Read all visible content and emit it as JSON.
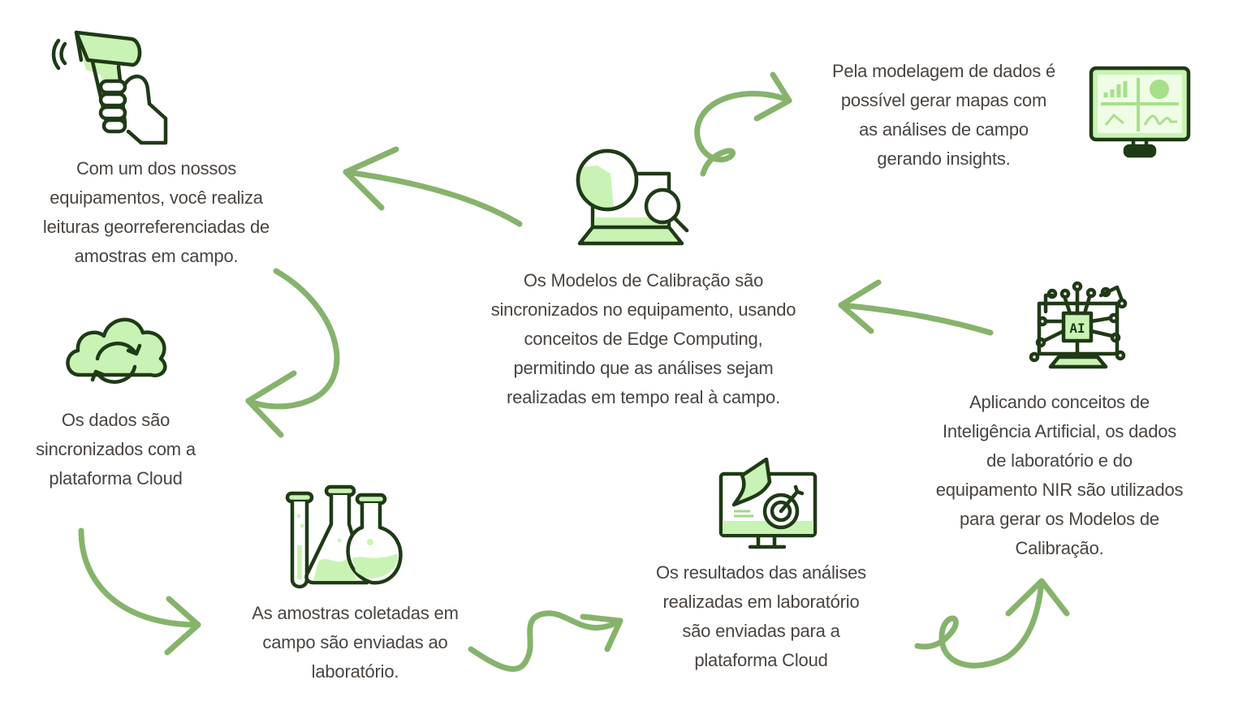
{
  "diagram": {
    "type": "process-cycle",
    "colors": {
      "arrow": "#86b36c",
      "icon_outline": "#1f3a16",
      "icon_fill": "#c9f3b4",
      "text": "#4a4440"
    },
    "steps": [
      {
        "id": "field-reading",
        "icon": "handheld-scanner-icon",
        "lines": [
          "Com um dos nossos",
          "equipamentos, você realiza",
          "leituras georreferenciadas de",
          "amostras em campo."
        ]
      },
      {
        "id": "cloud-sync",
        "icon": "cloud-sync-icon",
        "lines": [
          "Os dados são",
          "sincronizados com a",
          "plataforma Cloud"
        ]
      },
      {
        "id": "lab-samples",
        "icon": "lab-flasks-icon",
        "lines": [
          "As amostras coletadas em",
          "campo são enviadas ao",
          "laboratório."
        ]
      },
      {
        "id": "lab-results",
        "icon": "monitor-target-icon",
        "lines": [
          "Os resultados das análises",
          "realizadas em laboratório",
          "são enviadas para a",
          "plataforma Cloud"
        ]
      },
      {
        "id": "ai-models",
        "icon": "ai-circuit-monitor-icon",
        "lines": [
          "Aplicando conceitos de",
          "Inteligência Artificial, os dados",
          "de laboratório e  do",
          "equipamento NIR são utilizados",
          "para gerar os Modelos de",
          "Calibração."
        ]
      },
      {
        "id": "edge-computing",
        "icon": "laptop-analysis-icon",
        "lines": [
          "Os Modelos de Calibração são",
          "sincronizados no equipamento, usando",
          "conceitos de Edge Computing,",
          "permitindo que as análises sejam",
          "realizadas em tempo real à campo."
        ]
      },
      {
        "id": "insights",
        "icon": "dashboard-monitor-icon",
        "lines": [
          "Pela modelagem de dados é",
          "possível gerar mapas com",
          "as análises de campo",
          "gerando insights."
        ]
      }
    ],
    "connections": [
      {
        "from": "field-reading",
        "to": "cloud-sync"
      },
      {
        "from": "cloud-sync",
        "to": "lab-samples"
      },
      {
        "from": "lab-samples",
        "to": "lab-results"
      },
      {
        "from": "lab-results",
        "to": "ai-models"
      },
      {
        "from": "ai-models",
        "to": "edge-computing"
      },
      {
        "from": "edge-computing",
        "to": "field-reading"
      },
      {
        "from": "edge-computing",
        "to": "insights"
      }
    ]
  }
}
